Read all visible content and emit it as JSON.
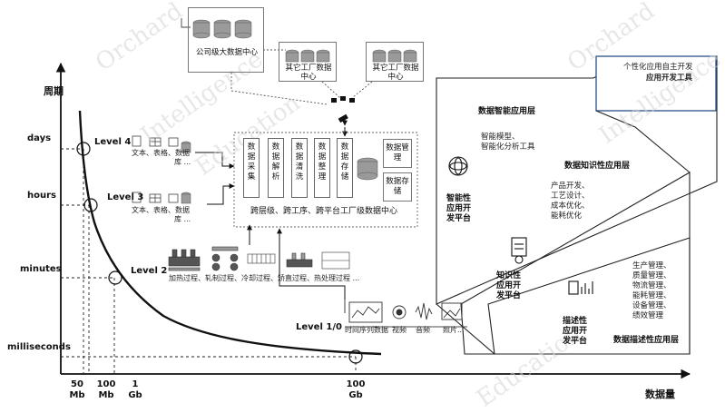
{
  "axis": {
    "y_title": "周期",
    "x_title": "数据量",
    "y_ticks": [
      "days",
      "hours",
      "minutes",
      "milliseconds"
    ],
    "x_ticks": [
      {
        "top": "50",
        "bot": "Mb"
      },
      {
        "top": "100",
        "bot": "Mb"
      },
      {
        "top": "1",
        "bot": "Gb"
      },
      {
        "top": "100",
        "bot": "Gb"
      }
    ]
  },
  "levels": {
    "l4": {
      "label": "Level 4",
      "desc1": "文本、表格、数据",
      "desc2": "库 ..."
    },
    "l3": {
      "label": "Level 3",
      "desc1": "文本、表格、数据",
      "desc2": "库 ..."
    },
    "l2": {
      "label": "Level 2",
      "items": "加热过程、轧制过程、冷却过程、矫直过程、热处理过程 ..."
    },
    "l1": {
      "label": "Level 1/0",
      "items": [
        "时间序列数据",
        "视频",
        "音频",
        "照片..."
      ]
    }
  },
  "datacenter": {
    "company": "公司级大数据中心",
    "other1": "其它工厂数据中心",
    "other2": "其它工厂数据中心"
  },
  "pipeline": {
    "steps": [
      "数据采集",
      "数据解析",
      "数据清洗",
      "数据整理",
      "数据存储"
    ],
    "manage": "数据管理",
    "store": "数据存储",
    "caption": "跨层级、跨工序、跨平台工厂级数据中心"
  },
  "apps": {
    "custom_line1": "个性化应用自主开发",
    "custom_line2": "应用开发工具",
    "intel_layer": "数据智能应用层",
    "intel_items": [
      "智能模型、",
      "智能化分析工具"
    ],
    "intel_platform": [
      "智能性",
      "应用开",
      "发平台"
    ],
    "know_layer": "数据知识性应用层",
    "know_items": [
      "产品开发、",
      "工艺设计、",
      "成本优化、",
      "能耗优化"
    ],
    "know_platform": [
      "知识性",
      "应用开",
      "发平台"
    ],
    "desc_items": [
      "生产管理、",
      "质量管理、",
      "物流管理、",
      "能耗管理、",
      "设备管理、",
      "绩效管理"
    ],
    "desc_platform": [
      "描述性",
      "应用开",
      "发平台"
    ],
    "desc_layer": "数据描述性应用层"
  },
  "watermark": [
    "Orchard",
    "Intelligence",
    "Education",
    "Orchard",
    "Intelligence",
    "Education"
  ]
}
